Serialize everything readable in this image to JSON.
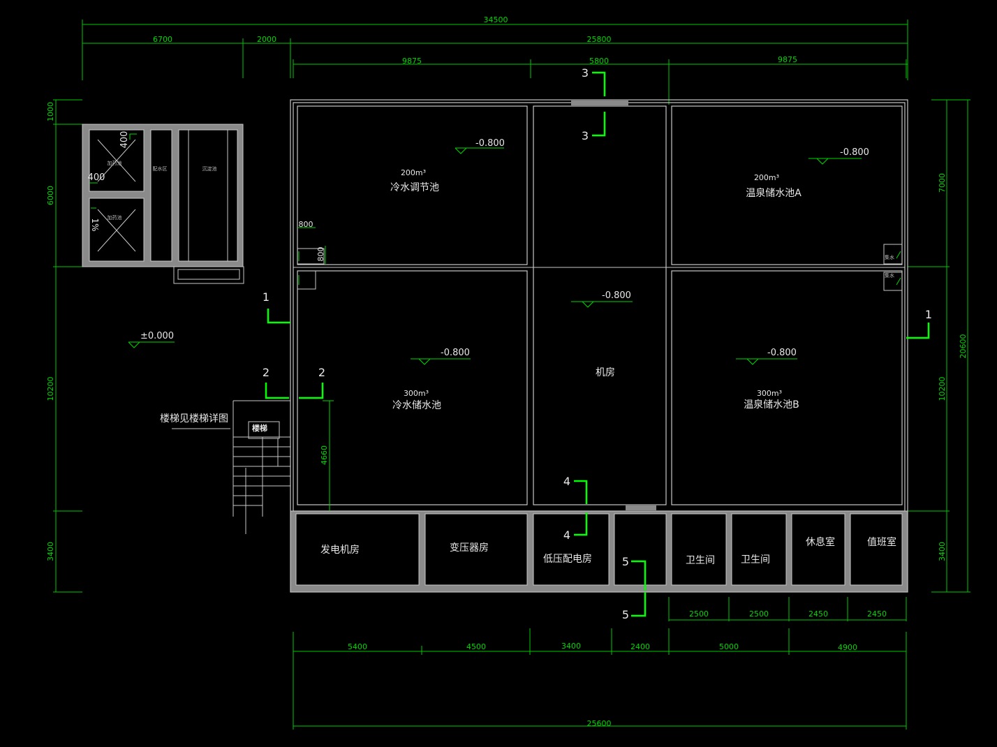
{
  "dimensions": {
    "top_overall": "34500",
    "top_left": "6700",
    "top_gap": "2000",
    "top_right": "25800",
    "top_pool_a": "9875",
    "top_center": "5800",
    "top_pool_b": "9875",
    "left_1": "1000",
    "left_2": "6000",
    "left_3": "10200",
    "left_4": "3400",
    "right_1": "7000",
    "right_2": "10200",
    "right_3": "3400",
    "right_overall": "20600",
    "bottom_1": "5400",
    "bottom_2": "4500",
    "bottom_3": "3400",
    "bottom_4": "2400",
    "bottom_5": "5000",
    "bottom_6": "4900",
    "bottom_overall": "25600",
    "bottom_sub_1": "2500",
    "bottom_sub_2": "2500",
    "bottom_sub_3": "2450",
    "bottom_sub_4": "2450",
    "inner_800_h": "800",
    "inner_800_v": "800",
    "stair_4660": "4660",
    "aux_400_a": "400",
    "aux_400_b": "400",
    "aux_slope": "1%"
  },
  "rooms": {
    "pool_cold_adj_cap": "200m³",
    "pool_cold_adj": "冷水调节池",
    "pool_hot_a_cap": "200m³",
    "pool_hot_a": "温泉储水池A",
    "pool_cold_store_cap": "300m³",
    "pool_cold_store": "冷水储水池",
    "pool_hot_b_cap": "300m³",
    "pool_hot_b": "温泉储水池B",
    "machine_room": "机房",
    "generator": "发电机房",
    "transformer": "变压器房",
    "low_voltage": "低压配电房",
    "wc_1": "卫生间",
    "wc_2": "卫生间",
    "rest": "休息室",
    "duty": "值班室",
    "stair_note": "楼梯见楼梯详图",
    "stair_label": "楼梯",
    "aux_room_1": "加药池",
    "aux_room_2": "配水区",
    "aux_room_3": "沉淀池",
    "aux_room_4": "加药池",
    "sump_1": "集水",
    "sump_2": "集水"
  },
  "elevations": {
    "ground": "±0.000",
    "pool_1": "-0.800",
    "pool_2": "-0.800",
    "center": "-0.800",
    "pool_3": "-0.800",
    "pool_4": "-0.800"
  },
  "sections": {
    "s1a": "1",
    "s1b": "1",
    "s2a": "2",
    "s2b": "2",
    "s3a": "3",
    "s3b": "3",
    "s4a": "4",
    "s4b": "4",
    "s5a": "5",
    "s5b": "5"
  },
  "colors": {
    "background": "#000000",
    "dimension": "#00d800",
    "section_mark": "#00ff00",
    "wall": "#c8c8c8",
    "text": "#e8e8e8"
  }
}
